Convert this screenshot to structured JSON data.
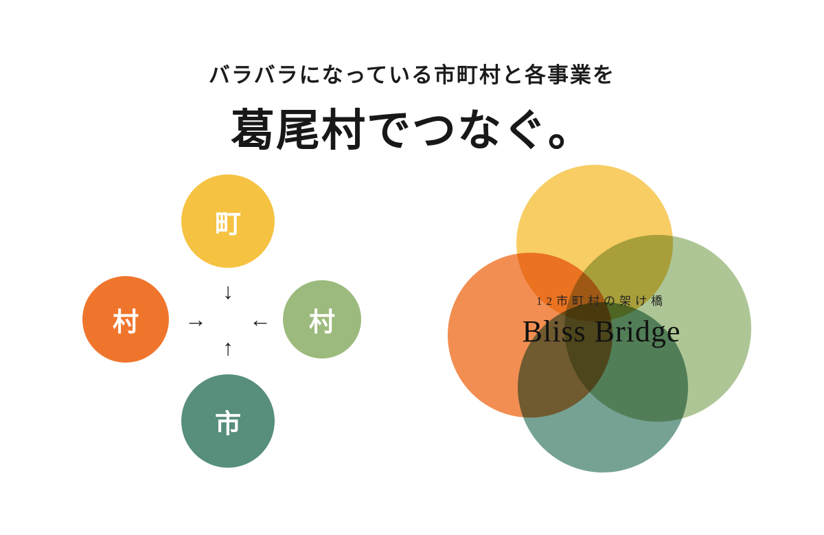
{
  "headline": {
    "subtitle": "バラバラになっている市町村と各事業を",
    "title": "葛尾村でつなぐ。"
  },
  "hub_diagram": {
    "nodes": [
      {
        "id": "town-top",
        "label": "町",
        "color": "#F5C242"
      },
      {
        "id": "village-left",
        "label": "村",
        "color": "#F0752C"
      },
      {
        "id": "village-right",
        "label": "村",
        "color": "#9CBA7D"
      },
      {
        "id": "city-bottom",
        "label": "市",
        "color": "#578E7C"
      }
    ],
    "arrows": {
      "down": "↓",
      "up": "↑",
      "right": "→",
      "left": "←"
    }
  },
  "venn_diagram": {
    "tagline": "12市町村の架け橋",
    "brand": "Bliss Bridge",
    "circles": [
      {
        "id": "yellow",
        "color": "#F5C242"
      },
      {
        "id": "orange",
        "color": "#F0752C"
      },
      {
        "id": "green",
        "color": "#9CBA7D"
      },
      {
        "id": "teal",
        "color": "#578E7C"
      }
    ],
    "text_color": "#1f1f1f"
  }
}
